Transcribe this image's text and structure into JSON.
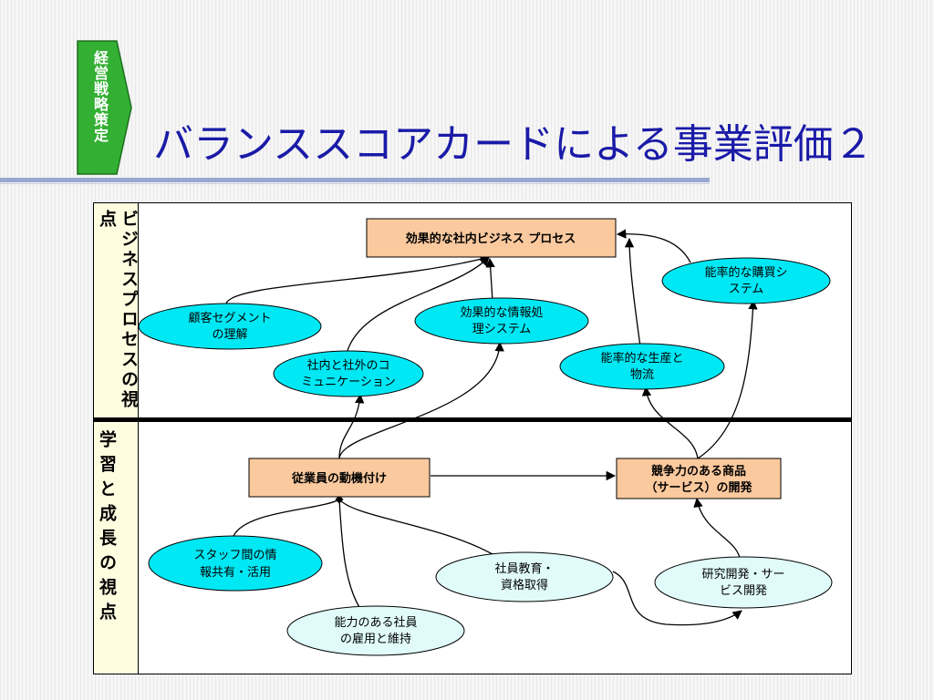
{
  "section_tag": "経営戦略策定",
  "title": "バランススコアカードによる事業評価２",
  "perspectives": {
    "top": "ビジネスプロセスの視点",
    "bottom": "学習と成長の視点"
  },
  "nodes": {
    "business_process": {
      "lines": [
        "効果的な社内ビジネス プロセス"
      ]
    },
    "purchasing": {
      "lines": [
        "能率的な購買シ",
        "ステム"
      ]
    },
    "info_processing": {
      "lines": [
        "効果的な情報処",
        "理システム"
      ]
    },
    "customer_seg": {
      "lines": [
        "顧客セグメント",
        "の理解"
      ]
    },
    "communication": {
      "lines": [
        "社内と社外のコ",
        "ミュニケーション"
      ]
    },
    "production": {
      "lines": [
        "能率的な生産と",
        "物流"
      ]
    },
    "motivation": {
      "lines": [
        "従業員の動機付け"
      ]
    },
    "competitive": {
      "lines": [
        "競争力のある商品",
        "（サービス）の開発"
      ]
    },
    "info_sharing": {
      "lines": [
        "スタッフ間の情",
        "報共有・活用"
      ]
    },
    "education": {
      "lines": [
        "社員教育・",
        "資格取得"
      ]
    },
    "rnd": {
      "lines": [
        "研究開発・サー",
        "ビス開発"
      ]
    },
    "hiring": {
      "lines": [
        "能力のある社員",
        "の雇用と維持"
      ]
    }
  },
  "colors": {
    "tag_green": "#33b033",
    "title_blue": "#1a1aa8",
    "rect_fill": "#fbc99e",
    "ellipse_cyan": "#00e8f4",
    "ellipse_light": "#e0fbfa",
    "side_fill": "#fffde0"
  }
}
